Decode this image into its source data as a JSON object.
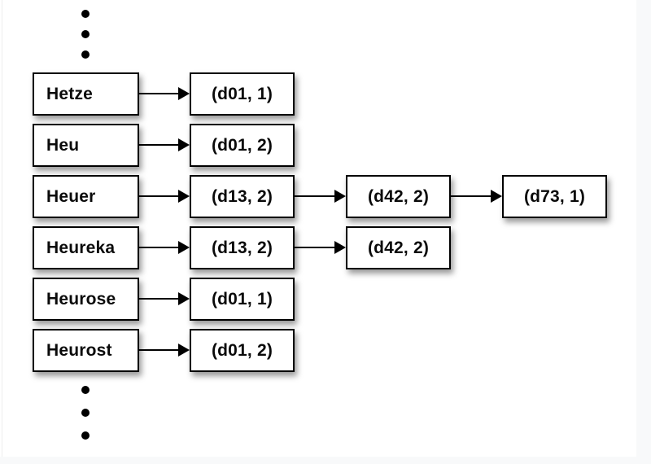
{
  "figure": {
    "description": "inverted index: dictionary terms with postings list chains",
    "rows": [
      {
        "term": "Hetze",
        "postings": [
          "(d01, 1)"
        ]
      },
      {
        "term": "Heu",
        "postings": [
          "(d01, 2)"
        ]
      },
      {
        "term": "Heuer",
        "postings": [
          "(d13, 2)",
          "(d42, 2)",
          "(d73, 1)"
        ]
      },
      {
        "term": "Heureka",
        "postings": [
          "(d13, 2)",
          "(d42, 2)"
        ]
      },
      {
        "term": "Heurose",
        "postings": [
          "(d01, 1)"
        ]
      },
      {
        "term": "Heurost",
        "postings": [
          "(d01, 2)"
        ]
      }
    ],
    "ellipsis_top_dots": 3,
    "ellipsis_bottom_dots": 3
  },
  "colors": {
    "page_background": "#f8f9fa",
    "slide_background": "#ffffff",
    "box_border": "#000000",
    "text": "#0a0a0a",
    "box_shadow": "rgba(0,0,0,0.40)"
  }
}
